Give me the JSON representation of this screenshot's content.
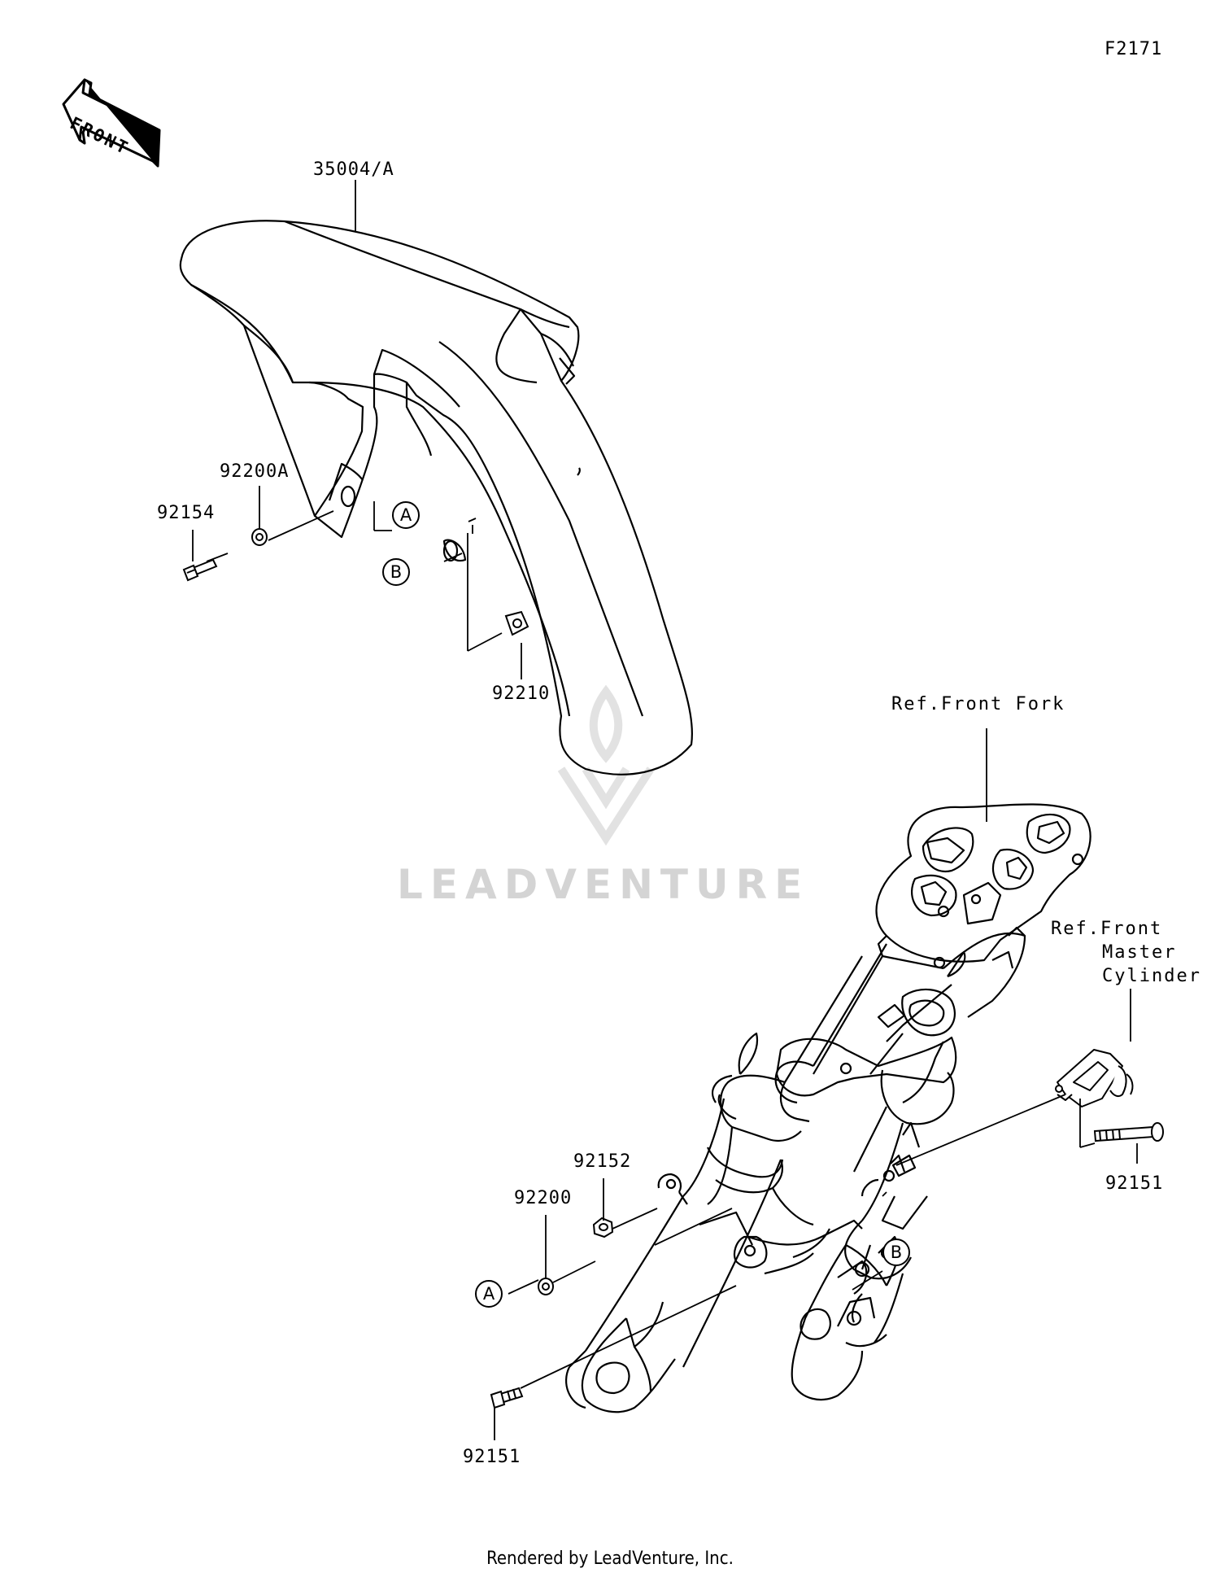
{
  "figure_id": "F2171",
  "front_arrow_text": "FRONT",
  "watermark": "LEADVENTURE",
  "parts": {
    "fender": "35004/A",
    "washer_a": "92200A",
    "bolt_top": "92154",
    "clip_nut": "92210",
    "collar": "92152",
    "washer": "92200",
    "screw_right": "92151",
    "screw_bottom": "92151"
  },
  "references": {
    "front_fork": "Ref.Front Fork",
    "master_cylinder_line1": "Ref.Front",
    "master_cylinder_line2": "Master",
    "master_cylinder_line3": "Cylinder"
  },
  "callouts": {
    "a": "A",
    "b": "B"
  },
  "footer": "Rendered by LeadVenture, Inc."
}
